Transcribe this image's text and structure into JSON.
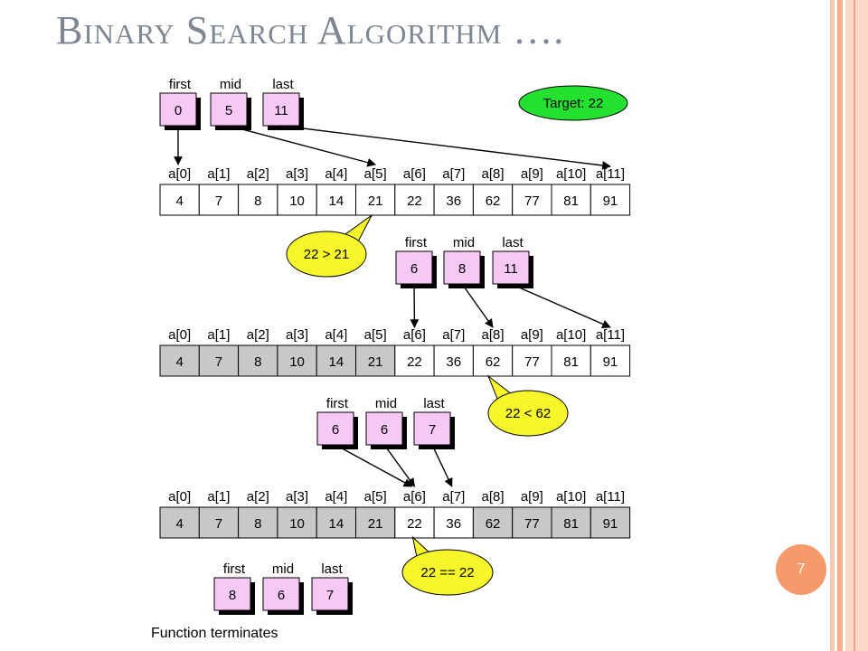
{
  "slide": {
    "title": "Binary Search Algorithm ….",
    "page_number": "7"
  },
  "colors": {
    "pointer_box": "#f6c8f6",
    "excluded_cell": "#c8c8c8",
    "target_badge": "#23e12e",
    "callout": "#f6f62a",
    "slide_accent": "#f59a6a"
  },
  "target_label": "Target: 22",
  "pointer_labels": [
    "first",
    "mid",
    "last"
  ],
  "index_labels": [
    "a[0]",
    "a[1]",
    "a[2]",
    "a[3]",
    "a[4]",
    "a[5]",
    "a[6]",
    "a[7]",
    "a[8]",
    "a[9]",
    "a[10]",
    "a[11]"
  ],
  "array_values": [
    "4",
    "7",
    "8",
    "10",
    "14",
    "21",
    "22",
    "36",
    "62",
    "77",
    "81",
    "91"
  ],
  "steps": [
    {
      "pointers": {
        "first": "0",
        "mid": "5",
        "last": "11"
      },
      "first": 0,
      "mid": 5,
      "last": 11,
      "excluded": [],
      "callout": "22  > 21",
      "callout_on": 5
    },
    {
      "pointers": {
        "first": "6",
        "mid": "8",
        "last": "11"
      },
      "first": 6,
      "mid": 8,
      "last": 11,
      "excluded": [
        0,
        1,
        2,
        3,
        4,
        5
      ],
      "callout": "22  < 62",
      "callout_on": 8
    },
    {
      "pointers": {
        "first": "6",
        "mid": "6",
        "last": "7"
      },
      "first": 6,
      "mid": 6,
      "last": 7,
      "excluded": [
        0,
        1,
        2,
        3,
        4,
        5,
        8,
        9,
        10,
        11
      ],
      "callout": "22 == 22",
      "callout_on": 6
    },
    {
      "pointers": {
        "first": "8",
        "mid": "6",
        "last": "7"
      }
    }
  ],
  "footer_text": "Function terminates"
}
